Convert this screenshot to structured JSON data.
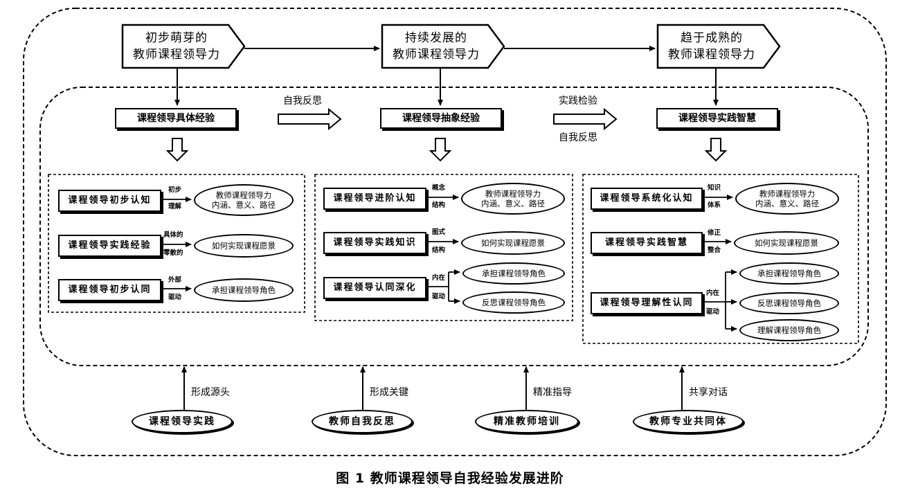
{
  "stages": [
    {
      "line1": "初步萌芽的",
      "line2": "教师课程领导力"
    },
    {
      "line1": "持续发展的",
      "line2": "教师课程领导力"
    },
    {
      "line1": "趋于成熟的",
      "line2": "教师课程领导力"
    }
  ],
  "experiences": [
    "课程领导具体经验",
    "课程领导抽象经验",
    "课程领导实践智慧"
  ],
  "transitions": {
    "first": "自我反思",
    "second_top": "实践检验",
    "second_bottom": "自我反思"
  },
  "panels": [
    {
      "rows": [
        {
          "cognition": "课程领导初步认知",
          "mod1": "初步",
          "mod2": "理解",
          "targets": [
            {
              "line1": "教师课程领导力",
              "line2": "内涵、意义、路径"
            }
          ]
        },
        {
          "cognition": "课程领导实践经验",
          "mod1": "具体的",
          "mod2": "零散的",
          "targets": [
            {
              "line1": "如何实现课程愿景",
              "line2": ""
            }
          ]
        },
        {
          "cognition": "课程领导初步认同",
          "mod1": "外部",
          "mod2": "驱动",
          "targets": [
            {
              "line1": "承担课程领导角色",
              "line2": ""
            }
          ]
        }
      ]
    },
    {
      "rows": [
        {
          "cognition": "课程领导进阶认知",
          "mod1": "概念",
          "mod2": "结构",
          "targets": [
            {
              "line1": "教师课程领导力",
              "line2": "内涵、意义、路径"
            }
          ]
        },
        {
          "cognition": "课程领导实践知识",
          "mod1": "图式",
          "mod2": "结构",
          "targets": [
            {
              "line1": "如何实现课程愿景",
              "line2": ""
            }
          ]
        },
        {
          "cognition": "课程领导认同深化",
          "mod1": "内在",
          "mod2": "驱动",
          "targets": [
            {
              "line1": "承担课程领导角色",
              "line2": ""
            },
            {
              "line1": "反思课程领导角色",
              "line2": ""
            }
          ]
        }
      ]
    },
    {
      "rows": [
        {
          "cognition": "课程领导系统化认知",
          "mod1": "知识",
          "mod2": "体系",
          "targets": [
            {
              "line1": "教师课程领导力",
              "line2": "内涵、意义、路径"
            }
          ]
        },
        {
          "cognition": "课程领导实践智慧",
          "mod1": "修正",
          "mod2": "整合",
          "targets": [
            {
              "line1": "如何实现课程愿景",
              "line2": ""
            }
          ]
        },
        {
          "cognition": "课程领导理解性认同",
          "mod1": "内在",
          "mod2": "驱动",
          "targets": [
            {
              "line1": "承担课程领导角色",
              "line2": ""
            },
            {
              "line1": "反思课程领导角色",
              "line2": ""
            },
            {
              "line1": "理解课程领导角色",
              "line2": ""
            }
          ]
        }
      ]
    }
  ],
  "sources": [
    {
      "name": "课程领导实践",
      "role": "形成源头"
    },
    {
      "name": "教师自我反思",
      "role": "形成关键"
    },
    {
      "name": "精准教师培训",
      "role": "精准指导"
    },
    {
      "name": "教师专业共同体",
      "role": "共享对话"
    }
  ],
  "caption": "图 1  教师课程领导自我经验发展进阶"
}
